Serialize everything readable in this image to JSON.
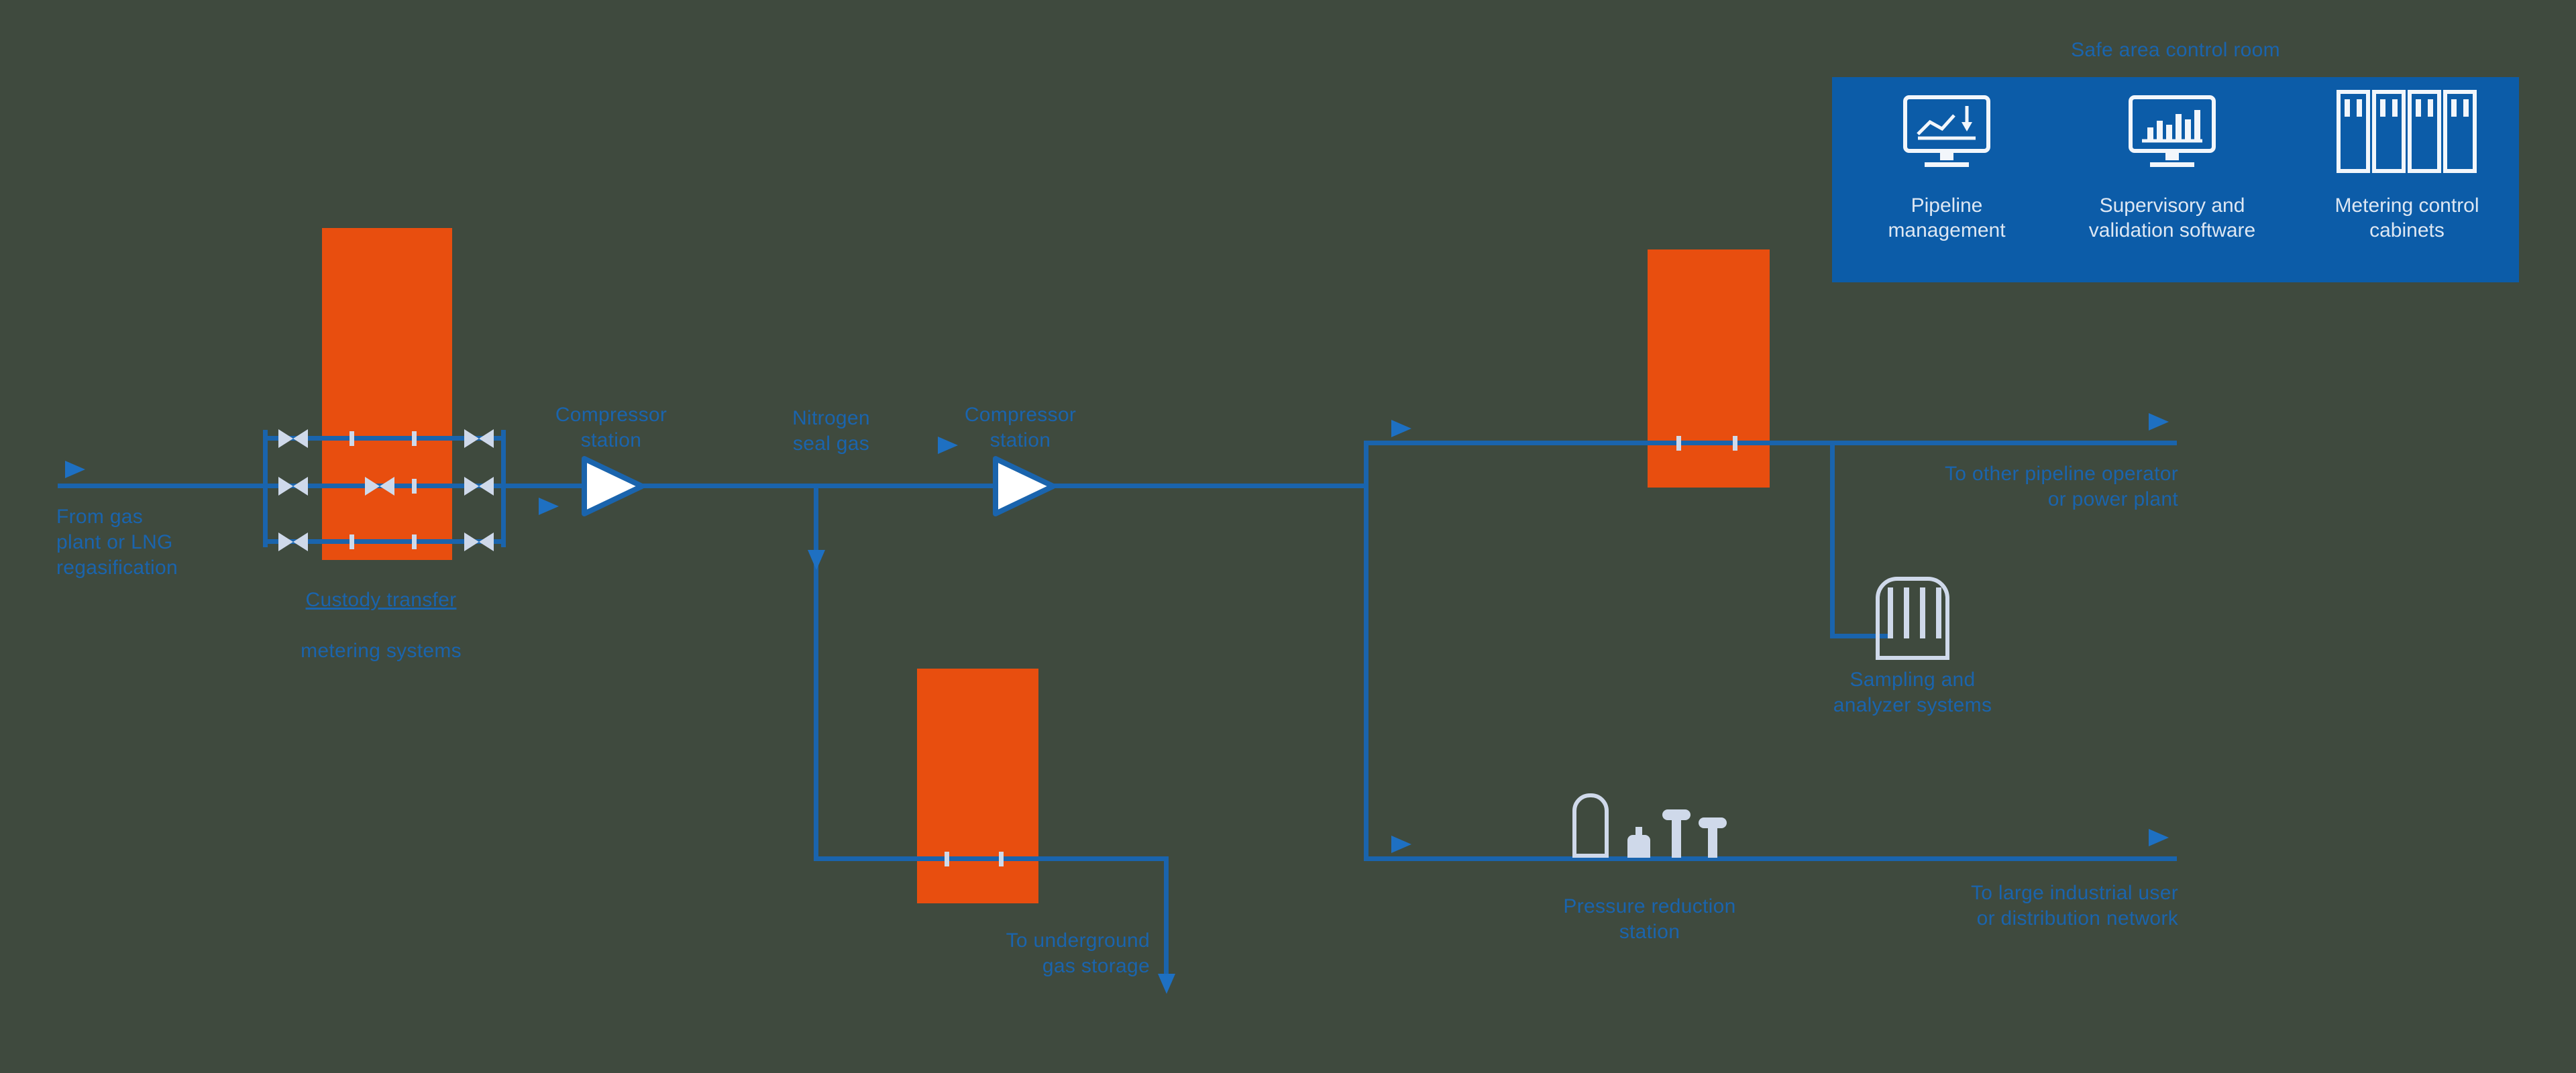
{
  "colors": {
    "background": "#3f4a3e",
    "pipe_blue": "#1a64ad",
    "arrow_blue": "#1e70c2",
    "accent_orange": "#e84e0f",
    "panel_blue": "#0c5ca8",
    "label_blue": "#1a64ad",
    "panel_text": "#dde7f3",
    "equipment_light": "#cfd9ea"
  },
  "labels": {
    "from_source": "From gas\nplant or LNG\nregasification",
    "custody_line1": "Custody transfer",
    "custody_line2": "metering systems",
    "compressor_station_1": "Compressor\nstation",
    "nitrogen_seal_gas": "Nitrogen\nseal gas",
    "compressor_station_2": "Compressor\nstation",
    "to_underground_storage": "To underground\ngas storage",
    "to_other_pipeline": "To other pipeline operator\nor power plant",
    "sampling_systems": "Sampling and\nanalyzer systems",
    "pressure_reduction": "Pressure reduction\nstation",
    "to_industrial": "To large industrial user\nor distribution network"
  },
  "control_room": {
    "title": "Safe area control room",
    "items": [
      {
        "label": "Pipeline\nmanagement",
        "icon": "monitor-trend-icon"
      },
      {
        "label": "Supervisory and\nvalidation software",
        "icon": "monitor-bars-icon"
      },
      {
        "label": "Metering control\ncabinets",
        "icon": "cabinets-icon"
      }
    ]
  }
}
